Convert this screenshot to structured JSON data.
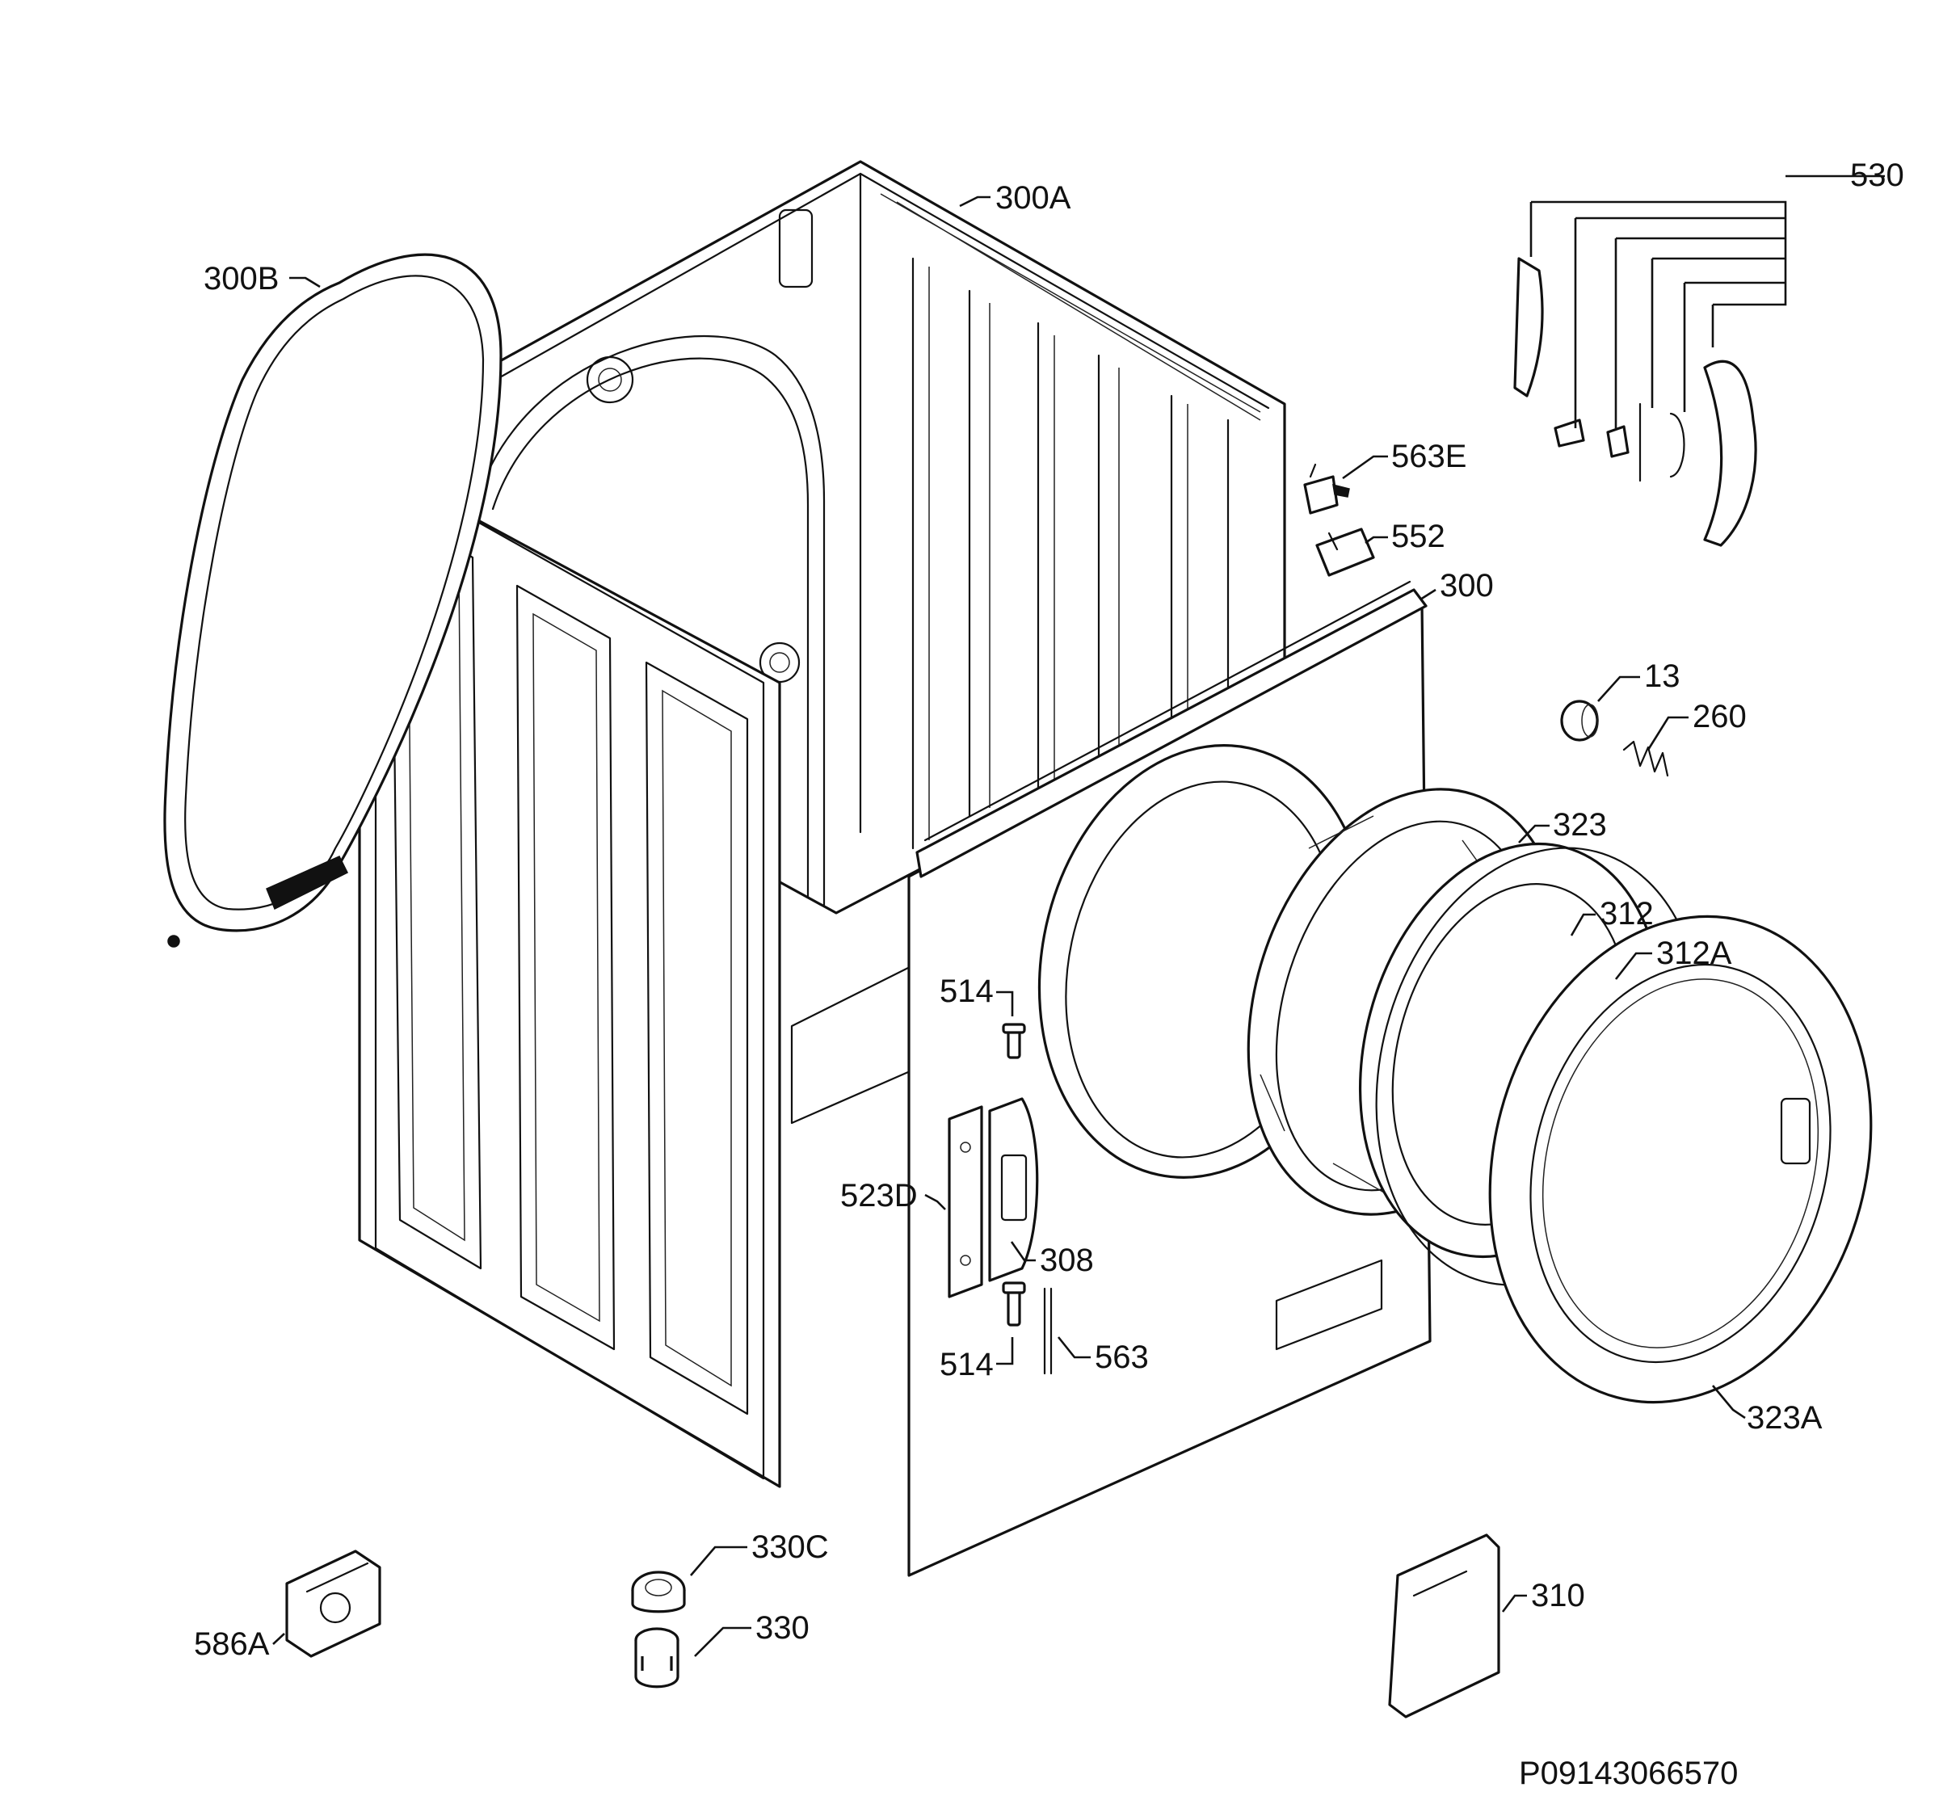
{
  "labels": {
    "l300A": "300A",
    "l300B": "300B",
    "l530": "530",
    "l563E": "563E",
    "l552": "552",
    "l300": "300",
    "l13": "13",
    "l260": "260",
    "l323": "323",
    "l312": "312",
    "l312A": "312A",
    "l514a": "514",
    "l523D": "523D",
    "l308": "308",
    "l514b": "514",
    "l563": "563",
    "l323A": "323A",
    "l330C": "330C",
    "l330": "330",
    "l586A": "586A",
    "l310": "310"
  },
  "document_id": "P09143066570"
}
